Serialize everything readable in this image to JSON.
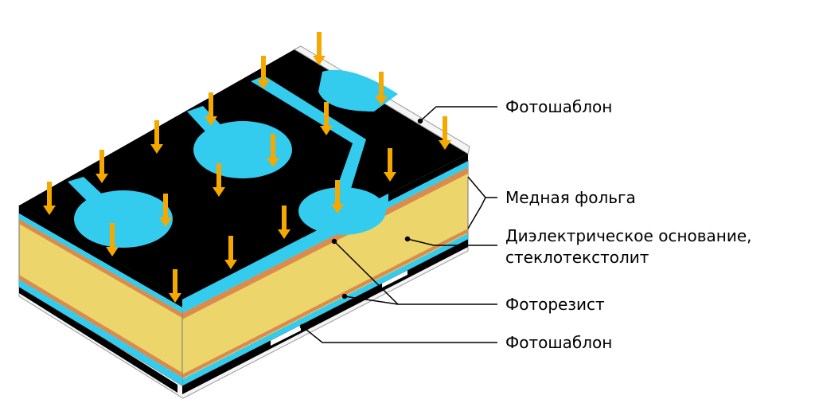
{
  "labels": {
    "photomask_top": "Фотошаблон",
    "copper_foil": "Медная фольга",
    "dielectric_line1": "Диэлектрическое основание,",
    "dielectric_line2": "стеклотекстолит",
    "photoresist": "Фоторезист",
    "photomask_bottom": "Фотошаблон"
  },
  "colors": {
    "mask": "#000000",
    "resist": "#33ccee",
    "copper": "#d98c4e",
    "dielectric": "#ecd56a",
    "arrow": "#f5a800",
    "leader": "#000000"
  },
  "icons": {
    "light_arrow": "down-arrow-icon"
  }
}
